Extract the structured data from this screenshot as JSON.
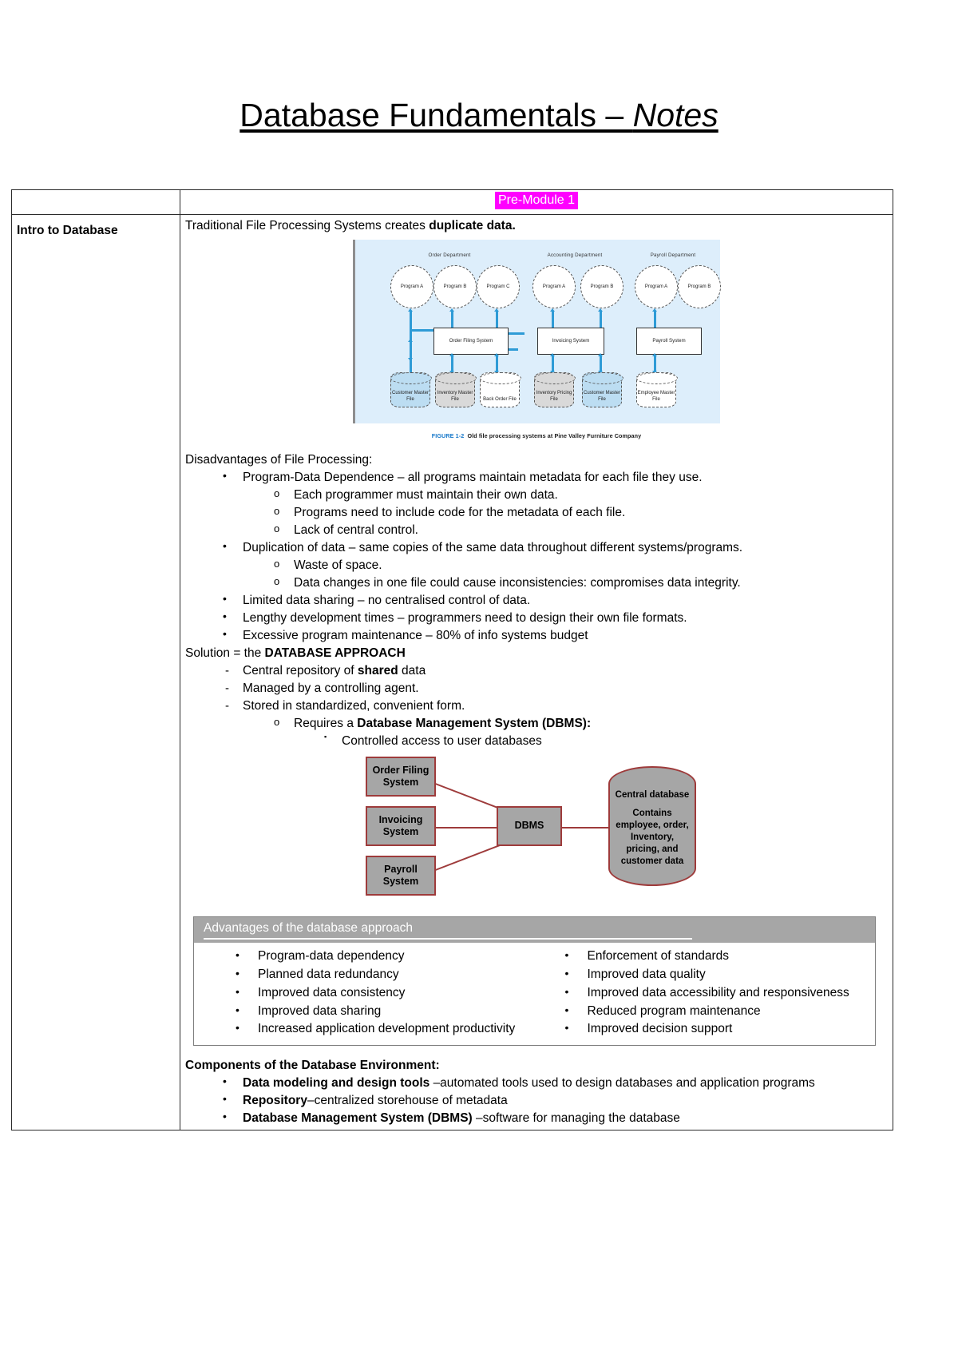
{
  "document": {
    "title_main": "Database Fundamentals – ",
    "title_italic": "Notes"
  },
  "table": {
    "module_header": "Pre-Module 1",
    "highlight_color": "#ff00ff",
    "row_label": "Intro to Database"
  },
  "intro": {
    "lead_plain": "Traditional File Processing Systems creates ",
    "lead_bold": "duplicate data."
  },
  "figure_1_2": {
    "departments": [
      "Order Department",
      "Accounting Department",
      "Payroll Department"
    ],
    "programs": [
      "Program A",
      "Program B",
      "Program C",
      "Program A",
      "Program B",
      "Program A",
      "Program B"
    ],
    "systems": [
      "Order Filing System",
      "Invoicing System",
      "Payroll System"
    ],
    "files": [
      "Customer Master File",
      "Inventory Master File",
      "Back Order File",
      "Inventory Pricing File",
      "Customer Master File",
      "Employee Master File"
    ],
    "caption_number": "FIGURE 1-2",
    "caption_text": "Old file processing systems at Pine Valley Furniture Company"
  },
  "disadvantages": {
    "heading": "Disadvantages of File Processing:",
    "items": [
      {
        "text": "Program-Data Dependence – all programs maintain metadata for each file they use.",
        "sub": [
          "Each programmer must maintain their own data.",
          "Programs need to include code for the metadata of each file.",
          "Lack of central control."
        ]
      },
      {
        "text": "Duplication of data – same copies of the same data throughout different systems/programs.",
        "sub": [
          "Waste of space.",
          "Data changes in one file could cause inconsistencies: compromises data integrity."
        ]
      },
      {
        "text": "Limited data sharing – no centralised control of data.",
        "sub": []
      },
      {
        "text": "Lengthy development times – programmers need to design their own file formats.",
        "sub": []
      },
      {
        "text": "Excessive program maintenance – 80% of info systems budget",
        "sub": []
      }
    ]
  },
  "solution": {
    "lead_plain": "Solution = the ",
    "lead_bold": "DATABASE APPROACH",
    "dash_items": [
      {
        "pre": "Central repository of ",
        "bold": "shared",
        "post": " data"
      },
      {
        "pre": "Managed by a controlling agent.",
        "bold": "",
        "post": ""
      },
      {
        "pre": "Stored in standardized, convenient form.",
        "bold": "",
        "post": ""
      }
    ],
    "requires_pre": "Requires a ",
    "requires_bold": "Database Management System (DBMS):",
    "controlled_access": "Controlled access to user databases"
  },
  "dbms_diagram": {
    "systems": [
      "Order Filing System",
      "Invoicing System",
      "Payroll System"
    ],
    "engine": "DBMS",
    "database_title": "Central database",
    "database_body": "Contains employee, order, Inventory, pricing, and customer data",
    "box_fill": "#a6a6a6",
    "border_color": "#9e3b3b"
  },
  "advantages": {
    "heading": "Advantages of the database approach",
    "header_fill": "#a6a6a6",
    "left_column": [
      "Program-data dependency",
      "Planned data redundancy",
      "Improved data consistency",
      "Improved data sharing",
      "Increased application development productivity"
    ],
    "right_column": [
      "Enforcement of standards",
      "Improved data quality",
      "Improved data accessibility and responsiveness",
      "Reduced program maintenance",
      "Improved decision support"
    ]
  },
  "components": {
    "heading": "Components of the Database Environment:",
    "items": [
      {
        "bold": "Data modeling and design tools ",
        "rest": "–automated tools used to design databases and application programs"
      },
      {
        "bold": "Repository",
        "rest": "–centralized storehouse of metadata"
      },
      {
        "bold": "Database Management System (DBMS) ",
        "rest": "–software for managing the database"
      }
    ]
  },
  "icons": {
    "bullet_disc": "•",
    "bullet_circle": "o",
    "bullet_square": "▪",
    "dash": "-"
  }
}
